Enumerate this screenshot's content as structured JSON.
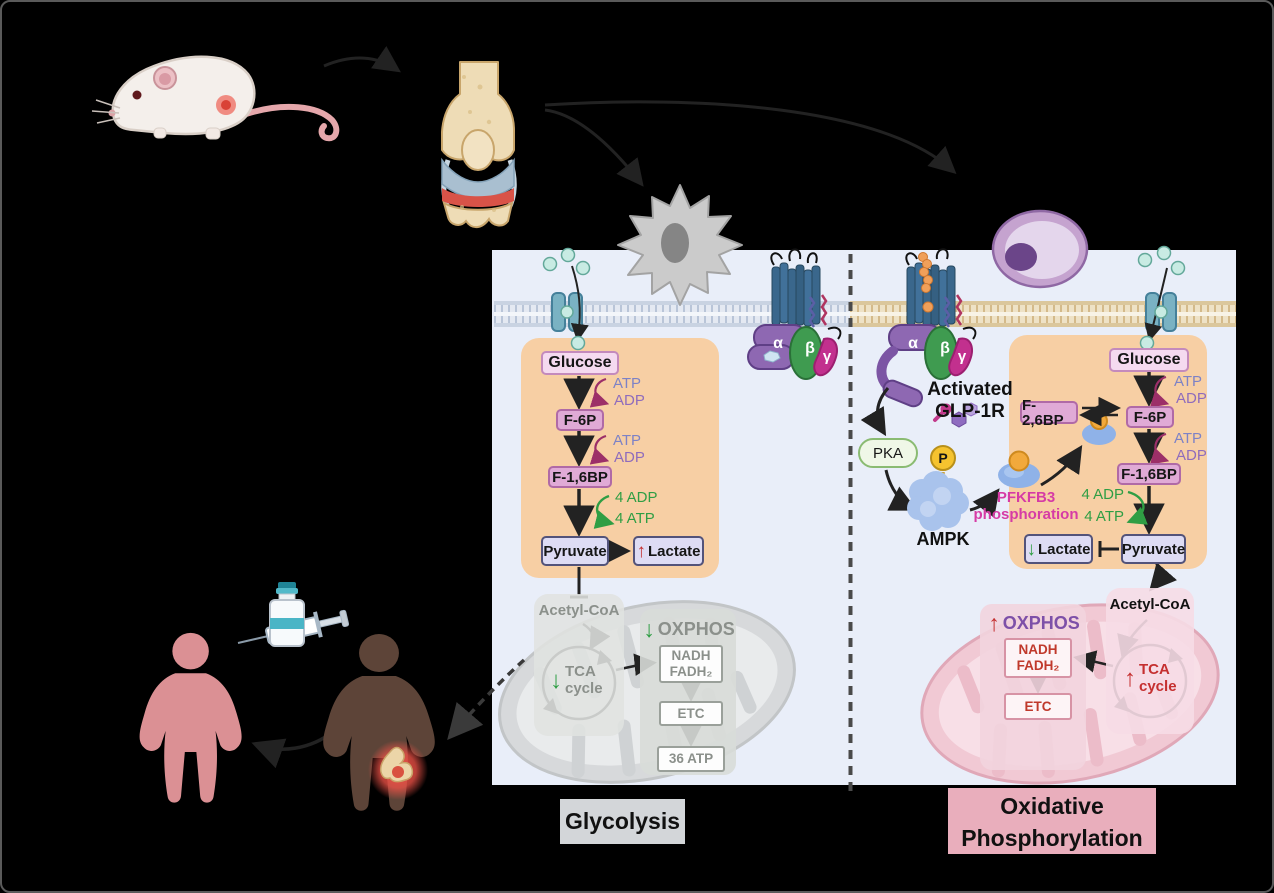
{
  "labels": {
    "glycolysis": "Glycolysis",
    "oxidative_phosphorylation": "Oxidative Phosphorylation"
  },
  "icons": {
    "up_arrow": "↑",
    "down_arrow": "↓"
  },
  "greek": {
    "alpha": "α",
    "beta": "β",
    "gamma": "γ"
  },
  "left": {
    "glucose": "Glucose",
    "atp": "ATP",
    "adp": "ADP",
    "f6p": "F-6P",
    "f16bp": "F-1,6BP",
    "adp4": "4 ADP",
    "atp4": "4 ATP",
    "pyruvate": "Pyruvate",
    "lactate": "Lactate",
    "acetyl_coa": "Acetyl-CoA",
    "tca_cycle": "TCA cycle",
    "oxphos": "OXPHOS",
    "nadh": "NADH",
    "fadh2": "FADH₂",
    "etc": "ETC",
    "atp36": "36 ATP"
  },
  "right": {
    "glucose": "Glucose",
    "atp": "ATP",
    "adp": "ADP",
    "f26bp": "F-2,6BP",
    "f6p": "F-6P",
    "f16bp": "F-1,6BP",
    "adp4": "4 ADP",
    "atp4": "4 ATP",
    "lactate": "Lactate",
    "pyruvate": "Pyruvate",
    "acetyl_coa": "Acetyl-CoA",
    "tca_cycle": "TCA cycle",
    "oxphos": "OXPHOS",
    "nadh": "NADH",
    "fadh2": "FADH₂",
    "etc": "ETC",
    "activated_line1": "Activated",
    "activated_line2": "GLP-1R",
    "pka": "PKA",
    "p_badge": "P",
    "ampk": "AMPK",
    "pfkfb3_line1": "PFKFB3",
    "pfkfb3_line2": "phosphoration"
  },
  "colors": {
    "panel": "#e9eef9",
    "pathway_box": "#f7cfa4",
    "glycolysis_label_bg": "#d3d6d9",
    "oxphos_label_bg": "#e9aebc",
    "green": "#2f9e44",
    "red": "#c53030",
    "magenta": "#d63ba5",
    "oxphos_purple": "#7d50a8",
    "gray_text": "#8b908b"
  }
}
